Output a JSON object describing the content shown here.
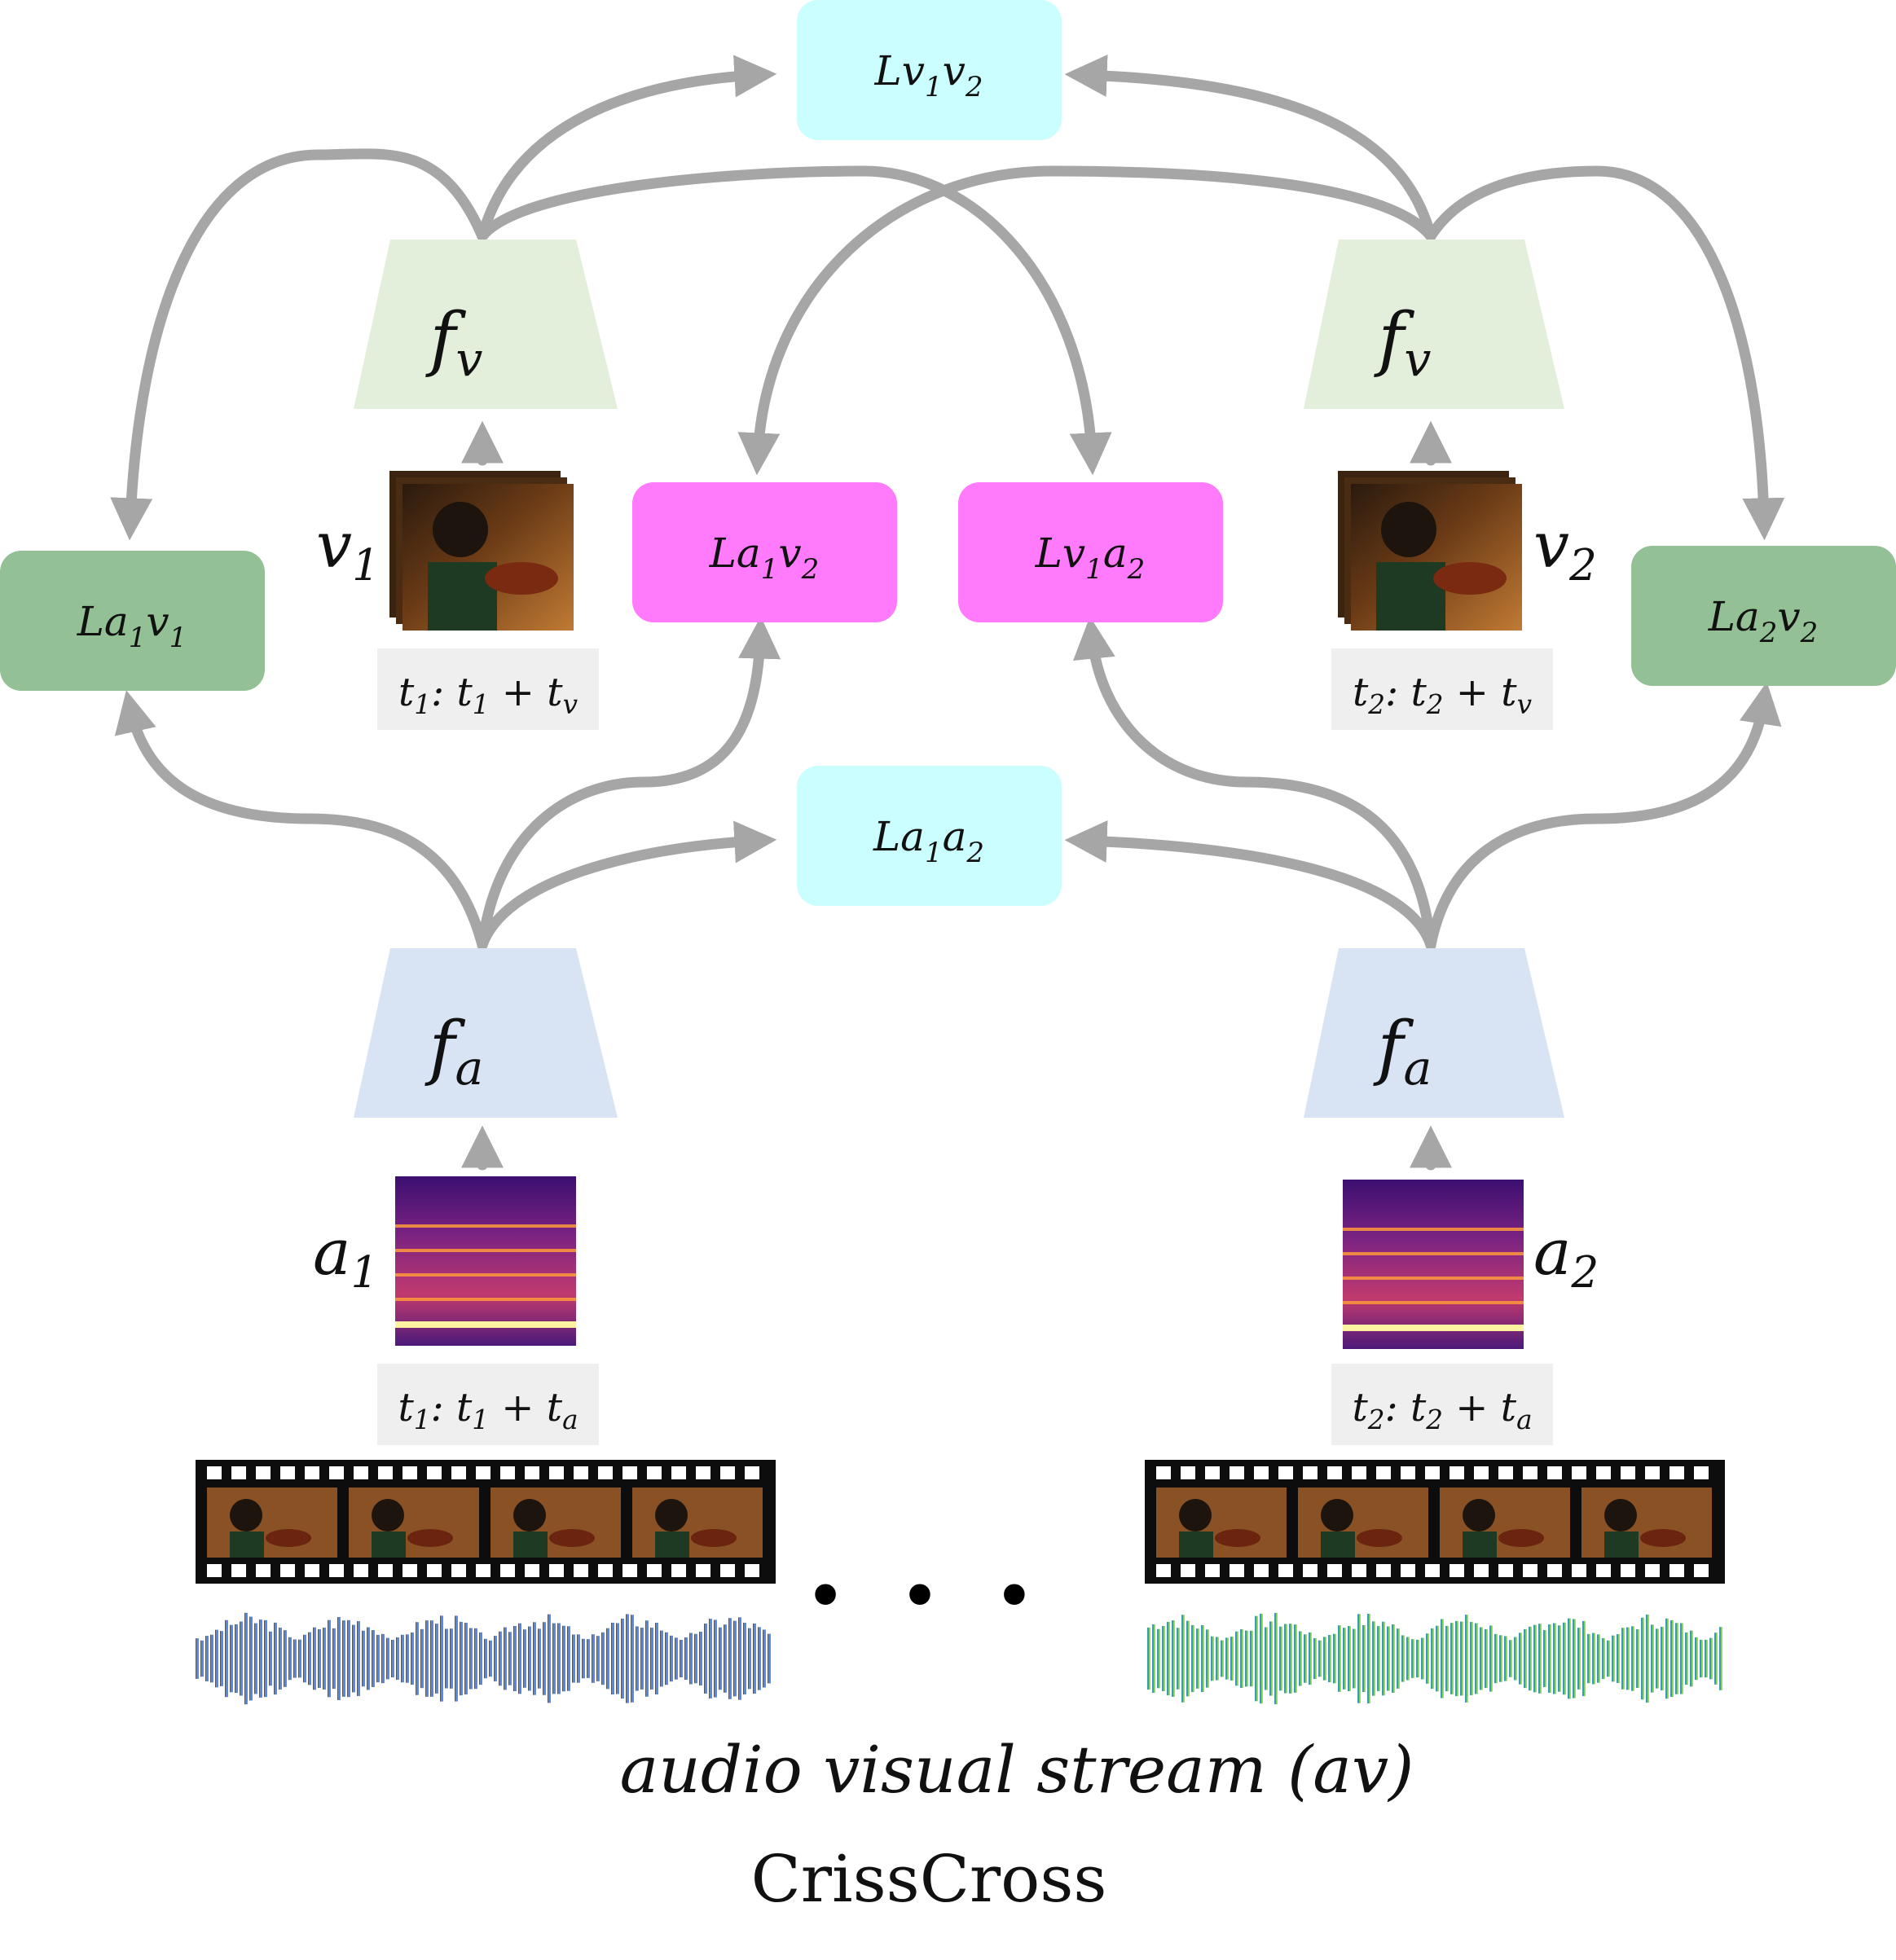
{
  "colors": {
    "cyan": "#cafeff",
    "magenta": "#ff7bfb",
    "green": "#93c195",
    "encoder_video": "#e3eedb",
    "encoder_audio": "#d8e3f4",
    "arrow": "#a6a6a6",
    "range_bg": "#efefef"
  },
  "loss_boxes": {
    "lv1v2": {
      "base": "Lv",
      "s1": "1",
      "mid": "v",
      "s2": "2"
    },
    "la1a2": {
      "base": "La",
      "s1": "1",
      "mid": "a",
      "s2": "2"
    },
    "la1v2": {
      "base": "La",
      "s1": "1",
      "mid": "v",
      "s2": "2"
    },
    "lv1a2": {
      "base": "Lv",
      "s1": "1",
      "mid": "a",
      "s2": "2"
    },
    "la1v1": {
      "base": "La",
      "s1": "1",
      "mid": "v",
      "s2": "1"
    },
    "la2v2": {
      "base": "La",
      "s1": "2",
      "mid": "v",
      "s2": "2"
    }
  },
  "encoders": {
    "video": {
      "base": "f",
      "sub": "v"
    },
    "audio": {
      "base": "f",
      "sub": "a"
    }
  },
  "inputs": {
    "v1": {
      "base": "v",
      "sub": "1"
    },
    "v2": {
      "base": "v",
      "sub": "2"
    },
    "a1": {
      "base": "a",
      "sub": "1"
    },
    "a2": {
      "base": "a",
      "sub": "2"
    }
  },
  "ranges": {
    "t1v": {
      "t": "t",
      "n": "1",
      "colon": ": ",
      "plus": " + ",
      "d": "v"
    },
    "t2v": {
      "t": "t",
      "n": "2",
      "colon": ": ",
      "plus": " + ",
      "d": "v"
    },
    "t1a": {
      "t": "t",
      "n": "1",
      "colon": ": ",
      "plus": " + ",
      "d": "a"
    },
    "t2a": {
      "t": "t",
      "n": "2",
      "colon": ": ",
      "plus": " + ",
      "d": "a"
    }
  },
  "ellipsis": "• • •",
  "caption": {
    "stream": "audio visual stream (av)",
    "title": "CrissCross"
  }
}
